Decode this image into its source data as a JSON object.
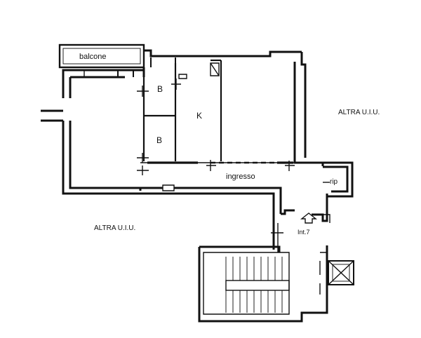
{
  "labels": {
    "balcony": "balcone",
    "bath_upper": "B",
    "bath_lower": "B",
    "kitchen": "K",
    "entrance": "ingresso",
    "storage": "rip",
    "other_unit_right": "ALTRA U.I.U.",
    "other_unit_left": "ALTRA U.I.U.",
    "unit_entry": "Int.7"
  },
  "icons": {
    "entry_arrow": "entry-arrow-icon",
    "shaft": "shaft-cross-icon"
  }
}
